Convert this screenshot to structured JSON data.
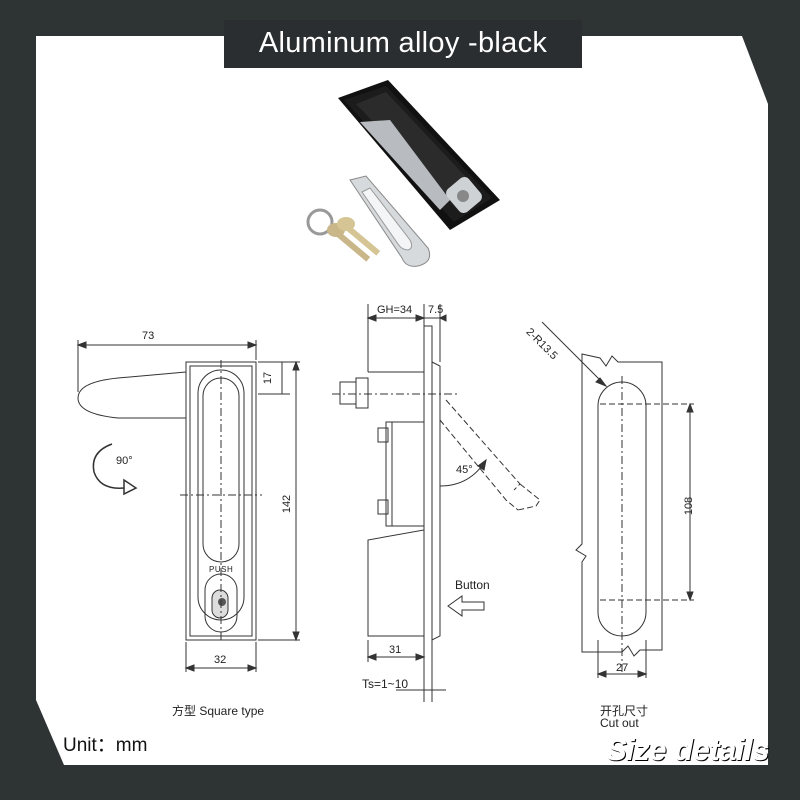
{
  "title": "Aluminum alloy -black",
  "footer": {
    "unit": "Unit：mm",
    "size_details": "Size details"
  },
  "front_view": {
    "width_73": "73",
    "height_17": "17",
    "height_142": "142",
    "width_32": "32",
    "rotation": "90°",
    "push_text": "PUSH",
    "caption": "方型 Square type"
  },
  "side_view": {
    "gh": "GH=34",
    "offset": "7.5",
    "angle": "45°",
    "button": "Button",
    "depth_31": "31",
    "ts": "Ts=1~10"
  },
  "cutout_view": {
    "radius": "2-R13.5",
    "height_108": "108",
    "width_27": "27",
    "caption_cn": "开孔尺寸",
    "caption_en": "Cut out"
  },
  "colors": {
    "frame": "#2e3334",
    "paper": "#ffffff",
    "line": "#333333"
  }
}
